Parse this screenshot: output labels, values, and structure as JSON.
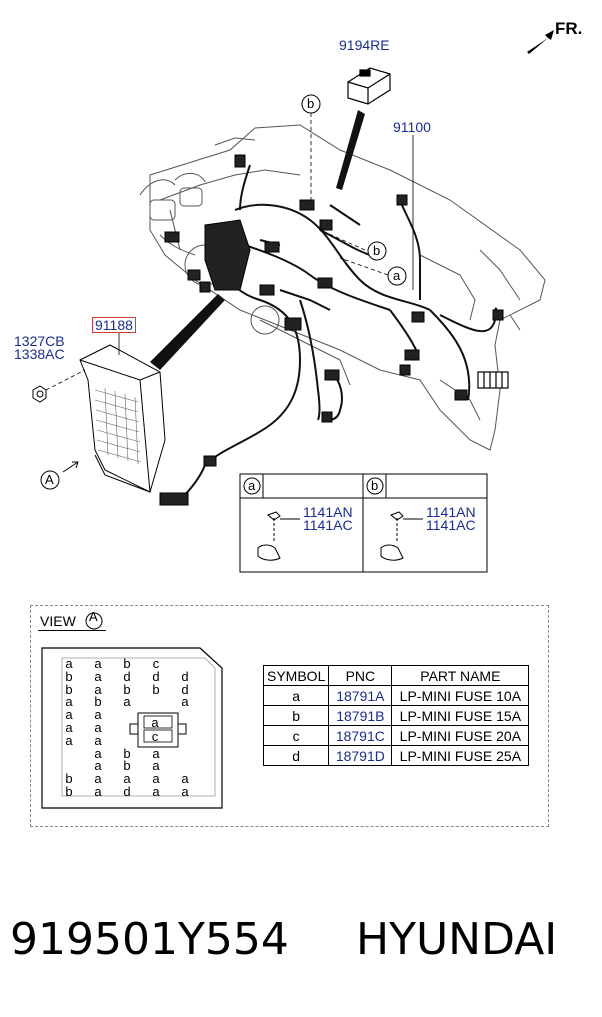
{
  "labels": {
    "fr": "FR.",
    "relay": "9194RE",
    "harness": "91100",
    "fuse_box": "91188",
    "nut_1": "1327CB",
    "nut_2": "1338AC",
    "callout_a": "a",
    "callout_b": "b",
    "view_letter": "A"
  },
  "detail_boxes": [
    {
      "letter": "a",
      "part_1": "1141AN",
      "part_2": "1141AC"
    },
    {
      "letter": "b",
      "part_1": "1141AN",
      "part_2": "1141AC"
    }
  ],
  "view": {
    "title": "VIEW",
    "letter": "A",
    "grid_rows": [
      [
        "a",
        "a",
        "b",
        "c",
        ""
      ],
      [
        "b",
        "a",
        "d",
        "d",
        "d"
      ],
      [
        "b",
        "a",
        "b",
        "b",
        "d"
      ],
      [
        "a",
        "b",
        "a",
        "",
        "a"
      ],
      [
        "a",
        "a",
        "",
        "",
        ""
      ],
      [
        "a",
        "a",
        "",
        "",
        ""
      ],
      [
        "a",
        "a",
        "",
        "",
        ""
      ],
      [
        "",
        "a",
        "b",
        "a",
        ""
      ],
      [
        "",
        "a",
        "b",
        "a",
        ""
      ],
      [
        "b",
        "a",
        "a",
        "a",
        "a"
      ],
      [
        "b",
        "a",
        "d",
        "a",
        "a"
      ]
    ],
    "relay_slots": [
      "a",
      "c"
    ]
  },
  "parts_table": {
    "headers": [
      "SYMBOL",
      "PNC",
      "PART NAME"
    ],
    "rows": [
      {
        "symbol": "a",
        "pnc": "18791A",
        "name": "LP-MINI FUSE 10A"
      },
      {
        "symbol": "b",
        "pnc": "18791B",
        "name": "LP-MINI FUSE 15A"
      },
      {
        "symbol": "c",
        "pnc": "18791C",
        "name": "LP-MINI FUSE 20A"
      },
      {
        "symbol": "d",
        "pnc": "18791D",
        "name": "LP-MINI FUSE 25A"
      }
    ]
  },
  "footer": {
    "part_number": "919501Y554",
    "brand": "HYUNDAI"
  }
}
